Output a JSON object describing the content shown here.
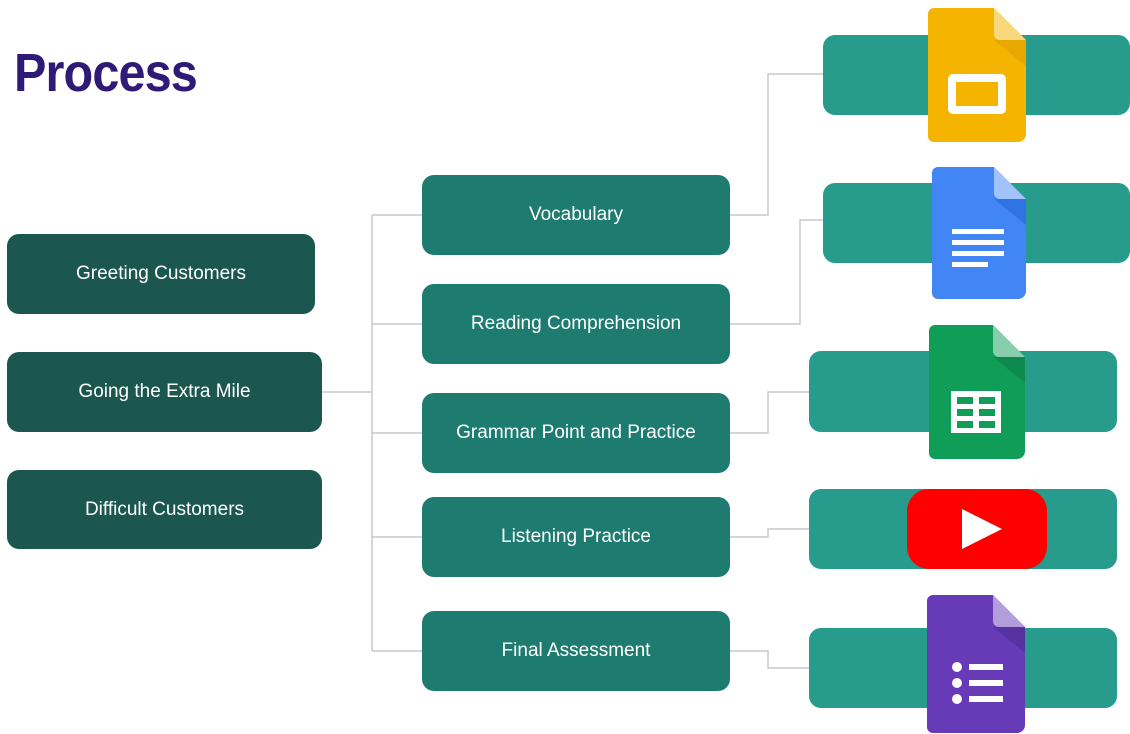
{
  "page": {
    "title": "Process"
  },
  "topics": [
    {
      "label": "Greeting Customers"
    },
    {
      "label": "Going the Extra Mile"
    },
    {
      "label": "Difficult Customers"
    }
  ],
  "steps": [
    {
      "label": "Vocabulary",
      "tool_icon": "google-slides-icon"
    },
    {
      "label": "Reading Comprehension",
      "tool_icon": "google-docs-icon"
    },
    {
      "label": "Grammar Point and Practice",
      "tool_icon": "google-sheets-icon"
    },
    {
      "label": "Listening Practice",
      "tool_icon": "youtube-icon"
    },
    {
      "label": "Final Assessment",
      "tool_icon": "google-forms-icon"
    }
  ],
  "colors": {
    "title": "#2f1a78",
    "topic_box": "#1c574f",
    "step_box": "#1e7b70",
    "tool_box": "#279c8d",
    "connector": "#c8c8c8",
    "slides": "#f4b400",
    "docs": "#4285f4",
    "sheets": "#0f9d58",
    "youtube": "#ff0000",
    "forms": "#673ab7"
  }
}
